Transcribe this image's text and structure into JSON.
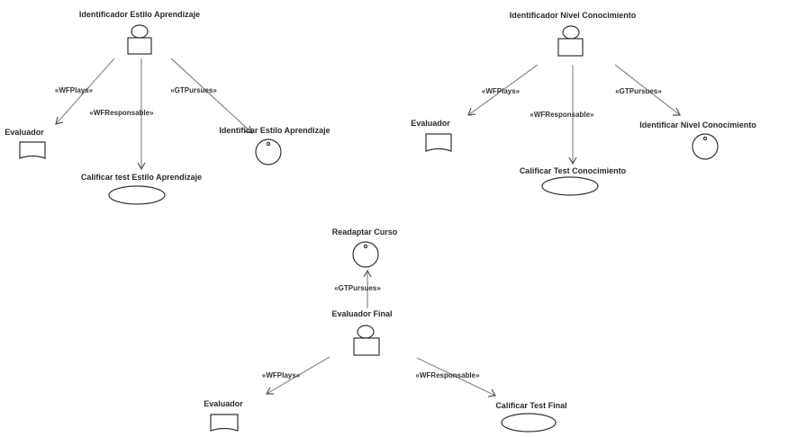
{
  "colors": {
    "background": "#ffffff",
    "line": "#8a8a8a",
    "shape_stroke": "#333333",
    "text": "#2a2a2a"
  },
  "diagrams": {
    "learning_style": {
      "worker_label": "Identificador Estilo Aprendizaje",
      "evaluator_label": "Evaluador",
      "goal_label": "Identificar Estilo Aprendizaje",
      "activity_label": "Calificar test Estilo Aprendizaje",
      "plays_label": "«WFPlays»",
      "responsible_label": "«WFResponsable»",
      "pursues_label": "«GTPursues»"
    },
    "knowledge_level": {
      "worker_label": "Identificador Nivel Conocimiento",
      "evaluator_label": "Evaluador",
      "goal_label": "Identificar Nivel Conocimiento",
      "activity_label": "Calificar Test Conocimiento",
      "plays_label": "«WFPlays»",
      "responsible_label": "«WFResponsable»",
      "pursues_label": "«GTPursues»"
    },
    "final": {
      "goal_label": "Readaptar Curso",
      "pursues_label": "«GTPursues»",
      "worker_label": "Evaluador Final",
      "plays_label": "«WFPlays»",
      "responsible_label": "«WFResponsable»",
      "evaluator_label": "Evaluador",
      "activity_label": "Calificar Test Final"
    }
  }
}
